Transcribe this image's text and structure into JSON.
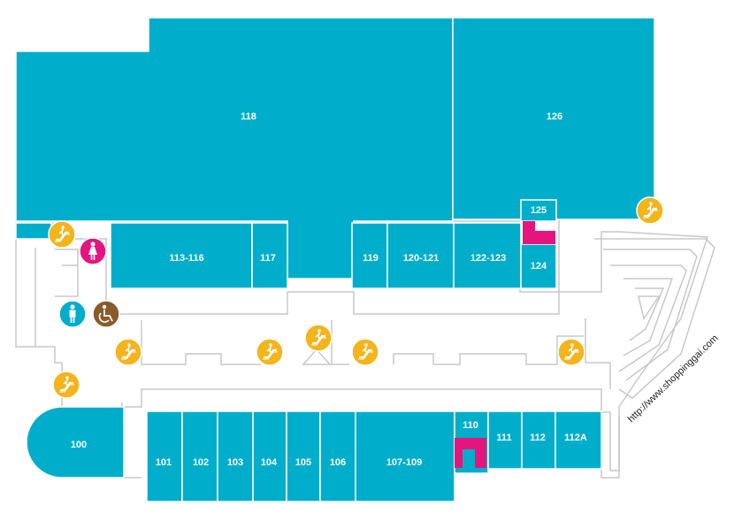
{
  "colors": {
    "store": "#00aecb",
    "restroom": "#e6157e",
    "escalator": "#f4b41c",
    "accessible": "#8b5a2b",
    "corridor_edge": "#c8c8c8"
  },
  "stores": [
    {
      "id": "s118",
      "label": "118"
    },
    {
      "id": "s126",
      "label": "126"
    },
    {
      "id": "s113",
      "label": "113-116"
    },
    {
      "id": "s117",
      "label": "117"
    },
    {
      "id": "s119",
      "label": "119"
    },
    {
      "id": "s120",
      "label": "120-121"
    },
    {
      "id": "s122",
      "label": "122-123"
    },
    {
      "id": "s124",
      "label": "124"
    },
    {
      "id": "s125",
      "label": "125"
    },
    {
      "id": "s100",
      "label": "100"
    },
    {
      "id": "s101",
      "label": "101"
    },
    {
      "id": "s102",
      "label": "102"
    },
    {
      "id": "s103",
      "label": "103"
    },
    {
      "id": "s104",
      "label": "104"
    },
    {
      "id": "s105",
      "label": "105"
    },
    {
      "id": "s106",
      "label": "106"
    },
    {
      "id": "s107",
      "label": "107-109"
    },
    {
      "id": "s110",
      "label": "110"
    },
    {
      "id": "s111",
      "label": "111"
    },
    {
      "id": "s112",
      "label": "112"
    },
    {
      "id": "s112a",
      "label": "112A"
    }
  ],
  "icons": {
    "escalator": "escalator-icon",
    "womens_restroom": "womens-restroom-icon",
    "mens_restroom": "mens-restroom-icon",
    "accessible": "wheelchair-icon"
  },
  "watermark": {
    "registered": "®"
  },
  "url": "http://www.shoppinggai.com"
}
